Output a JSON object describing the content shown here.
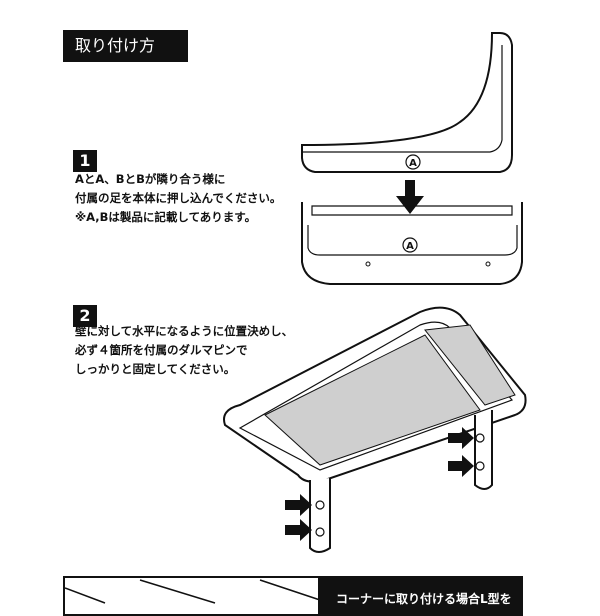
{
  "header": {
    "title": "取り付け方"
  },
  "steps": [
    {
      "number": "1",
      "lines": [
        "AとA、BとBが隣り合う様に",
        "付属の足を本体に押し込んでください。",
        "※A,Bは製品に記載してあります。"
      ],
      "label_mark": "A"
    },
    {
      "number": "2",
      "lines": [
        "壁に対して水平になるように位置決めし、",
        "必ず４箇所を付属のダルマピンで",
        "しっかりと固定してください。"
      ]
    }
  ],
  "bottom": {
    "text": "コーナーに取り付ける場合L型を"
  }
}
